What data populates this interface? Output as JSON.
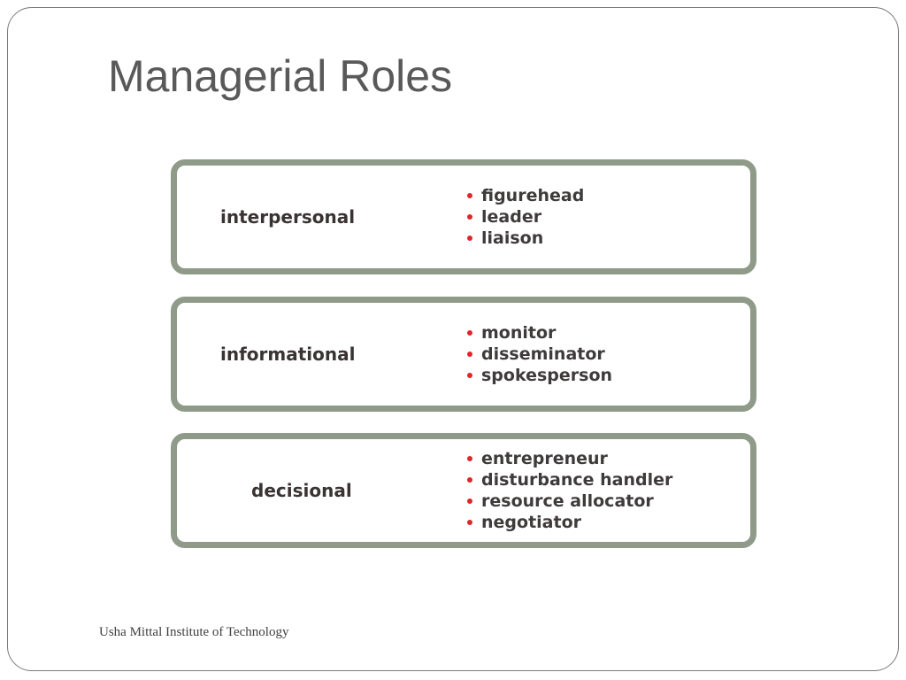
{
  "slide": {
    "title": "Managerial Roles",
    "footer": "Usha Mittal Institute of Technology"
  },
  "roles": [
    {
      "name": "interpersonal",
      "items": [
        "figurehead",
        "leader",
        "liaison"
      ]
    },
    {
      "name": "informational",
      "items": [
        "monitor",
        "disseminator",
        "spokesperson"
      ]
    },
    {
      "name": "decisional",
      "items": [
        "entrepreneur",
        "disturbance handler",
        "resource allocator",
        "negotiator"
      ]
    }
  ],
  "colors": {
    "box_border": "#8f9a89",
    "bullet": "#e0262b",
    "title_text": "#595959",
    "body_text": "#3a3333"
  }
}
